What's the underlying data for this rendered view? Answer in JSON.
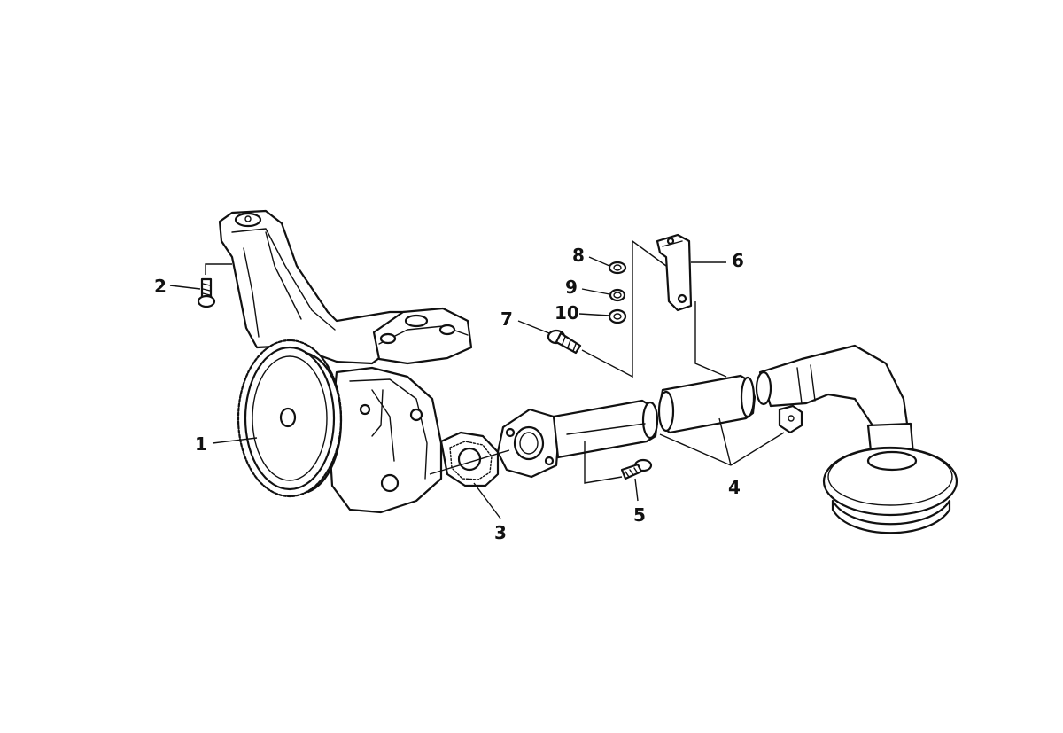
{
  "callouts": {
    "c1": "1",
    "c2": "2",
    "c3": "3",
    "c4": "4",
    "c5": "5",
    "c6": "6",
    "c7": "7",
    "c8": "8",
    "c9": "9",
    "c10": "10"
  },
  "colors": {
    "ink": "#111111",
    "paper": "#ffffff"
  }
}
